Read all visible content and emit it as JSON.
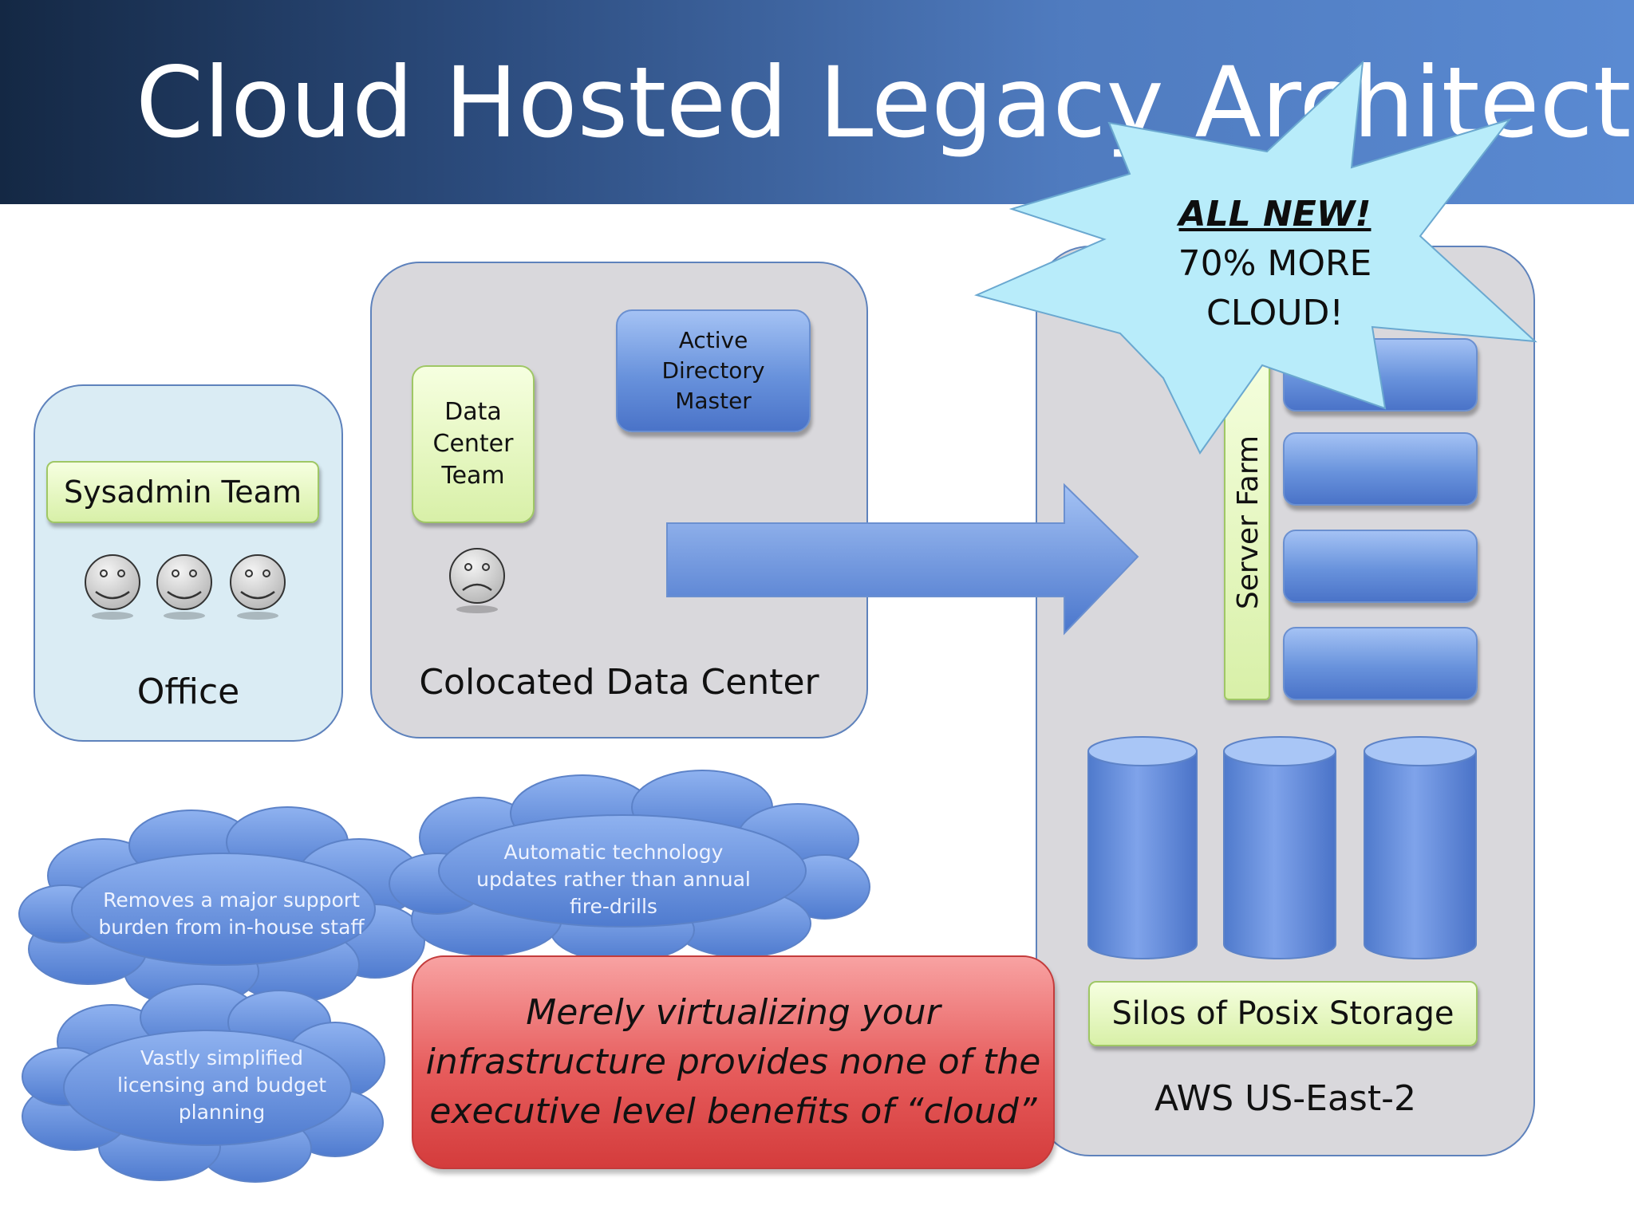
{
  "title": "Cloud Hosted Legacy Architecture",
  "office": {
    "label": "Office",
    "team": "Sysadmin Team",
    "people": [
      "smiling-face",
      "smiling-face",
      "smiling-face"
    ]
  },
  "datacenter": {
    "label": "Colocated Data Center",
    "team": "Data\nCenter\nTeam",
    "team_mood": "sad-face",
    "ad_master": "Active\nDirectory\nMaster"
  },
  "aws": {
    "label": "AWS US-East-2",
    "server_farm": "Server Farm",
    "servers": 4,
    "storage_silos": 3,
    "storage_label": "Silos of Posix Storage"
  },
  "starburst": {
    "line1": "ALL NEW!",
    "line2": "70% MORE",
    "line3": "CLOUD!"
  },
  "clouds": [
    "Removes a major support\nburden from in-house staff",
    "Automatic technology\nupdates rather than annual\nfire-drills",
    "Vastly simplified\nlicensing and budget\nplanning"
  ],
  "callout": "Merely virtualizing your\ninfrastructure provides none of the\nexecutive level benefits of “cloud”",
  "colors": {
    "header_dark": "#142844",
    "header_light": "#5a8ad2",
    "box_gray": "#d9d8dc",
    "office_fill": "#daecf4",
    "accent_blue": "#5b87d6",
    "accent_green": "#d8f0a8",
    "starburst": "#b8ecfa",
    "callout_red": "#e05050"
  }
}
